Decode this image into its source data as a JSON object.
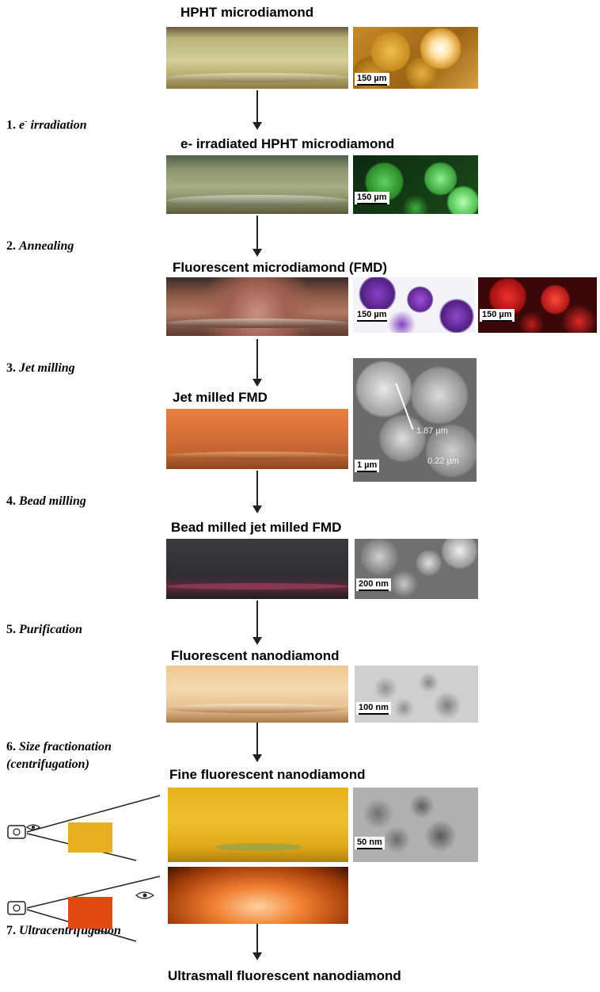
{
  "stages": [
    {
      "title": "HPHT microdiamond"
    },
    {
      "title": "e- irradiated HPHT microdiamond"
    },
    {
      "title": "Fluorescent  microdiamond (FMD)"
    },
    {
      "title": "Jet milled  FMD"
    },
    {
      "title": "Bead milled jet milled  FMD"
    },
    {
      "title": "Fluorescent nanodiamond"
    },
    {
      "title": "Fine fluorescent nanodiamond"
    },
    {
      "title": "Ultrasmall fluorescent nanodiamond"
    }
  ],
  "steps": [
    {
      "num": "1.",
      "label": "e",
      "suffix": " irradiation"
    },
    {
      "num": "2.",
      "label": "Annealing"
    },
    {
      "num": "3.",
      "label": "Jet milling"
    },
    {
      "num": "4.",
      "label": "Bead milling"
    },
    {
      "num": "5.",
      "label": "Purification"
    },
    {
      "num": "6.",
      "label": "Size fractionation",
      "label2": "(centrifugation)"
    },
    {
      "num": "7.",
      "label": "Ultracentrifugation"
    }
  ],
  "scalebars": {
    "s1": "150 µm",
    "s2": "150 µm",
    "s3a": "150 µm",
    "s3b": "150 µm",
    "s4": "1 µm",
    "s5": "200 nm",
    "s6": "100 nm",
    "s7": "50 nm"
  },
  "sem_annotations": {
    "a": "1.87 µm",
    "b": "0.22 µm"
  },
  "colors": {
    "hpht": "#c8c48a",
    "irradiated": "#9aa07a",
    "fmd": "#7a4a3a",
    "jet": "#d0703a",
    "bead": "#3a3a40",
    "nano": "#e8b880",
    "fine": "#e0b020",
    "ultra": "#e06a20"
  }
}
